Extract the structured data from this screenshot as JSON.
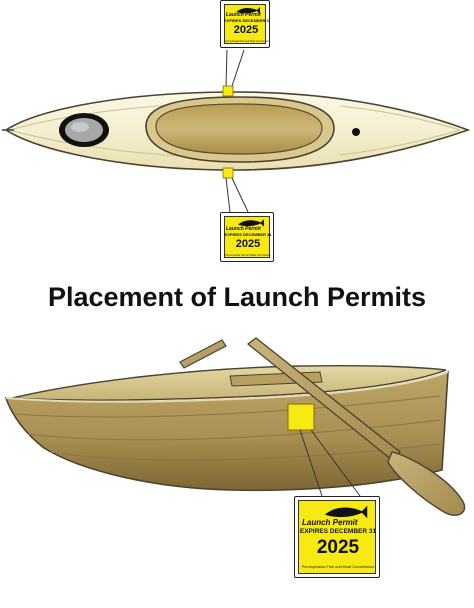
{
  "title": "Placement of Launch Permits",
  "permit": {
    "heading": "Launch Permit",
    "expires": "EXPIRES DECEMBER 31",
    "year": "2025",
    "commission": "Pennsylvania Fish and Boat Commission"
  },
  "colors": {
    "kayak_hull": "#f4efcf",
    "kayak_deck": "#c9b26a",
    "rowboat_hull": "#a88f52",
    "rowboat_interior": "#d3c48a",
    "permit_yellow": "#f7ea13",
    "oar": "#b39a5a"
  },
  "icons": {
    "fish_logo": "fish-logo-icon"
  }
}
